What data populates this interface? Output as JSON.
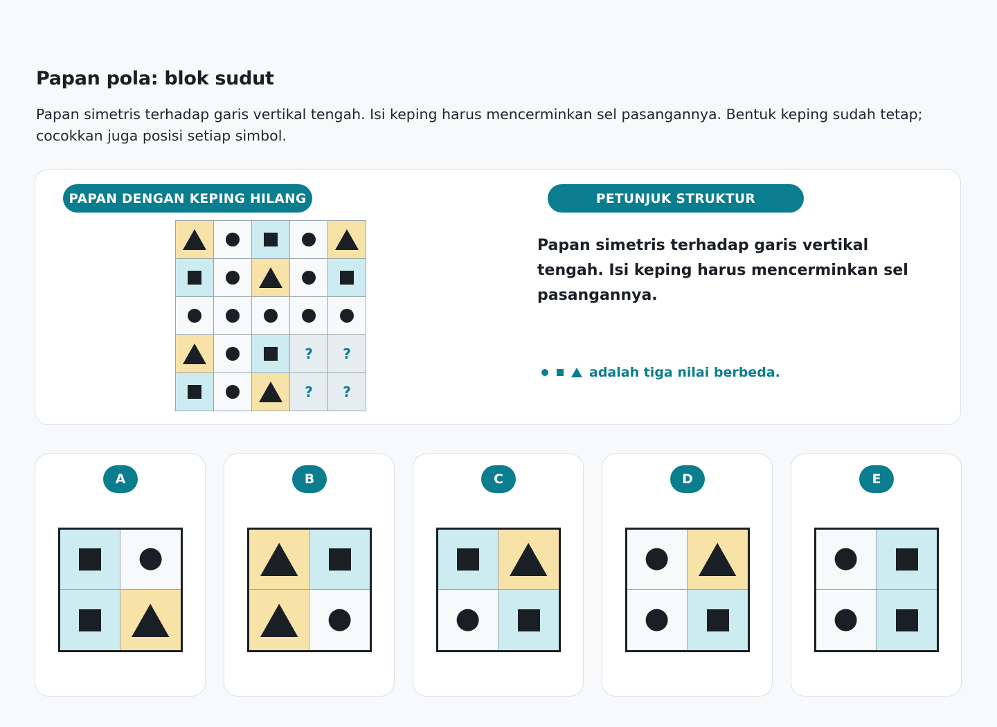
{
  "header": {
    "title": "Papan pola: blok sudut",
    "description": "Papan simetris terhadap garis vertikal tengah. Isi keping harus mencerminkan sel pasangannya. Bentuk keping sudah tetap; cocokkan juga posisi setiap simbol."
  },
  "board_panel": {
    "label": "PAPAN DENGAN KEPING HILANG",
    "missing_mark": "?",
    "rows": [
      [
        {
          "s": "triangle",
          "bg": "yellow"
        },
        {
          "s": "circle",
          "bg": "white"
        },
        {
          "s": "square",
          "bg": "cyan"
        },
        {
          "s": "circle",
          "bg": "white"
        },
        {
          "s": "triangle",
          "bg": "yellow"
        }
      ],
      [
        {
          "s": "square",
          "bg": "cyan"
        },
        {
          "s": "circle",
          "bg": "white"
        },
        {
          "s": "triangle",
          "bg": "yellow"
        },
        {
          "s": "circle",
          "bg": "white"
        },
        {
          "s": "square",
          "bg": "cyan"
        }
      ],
      [
        {
          "s": "circle",
          "bg": "white"
        },
        {
          "s": "circle",
          "bg": "white"
        },
        {
          "s": "circle",
          "bg": "white"
        },
        {
          "s": "circle",
          "bg": "white"
        },
        {
          "s": "circle",
          "bg": "white"
        }
      ],
      [
        {
          "s": "triangle",
          "bg": "yellow"
        },
        {
          "s": "circle",
          "bg": "white"
        },
        {
          "s": "square",
          "bg": "cyan"
        },
        {
          "s": "missing",
          "bg": "missing"
        },
        {
          "s": "missing",
          "bg": "missing"
        }
      ],
      [
        {
          "s": "square",
          "bg": "cyan"
        },
        {
          "s": "circle",
          "bg": "white"
        },
        {
          "s": "triangle",
          "bg": "yellow"
        },
        {
          "s": "missing",
          "bg": "missing"
        },
        {
          "s": "missing",
          "bg": "missing"
        }
      ]
    ]
  },
  "hint_panel": {
    "label": "PETUNJUK STRUKTUR",
    "text": "Papan simetris terhadap garis vertikal tengah. Isi keping harus mencerminkan sel pasangannya.",
    "legend_text": "adalah tiga nilai berbeda.",
    "legend_symbols": [
      "circle",
      "square",
      "triangle"
    ]
  },
  "options": [
    {
      "letter": "A",
      "cells": [
        {
          "s": "square",
          "bg": "cyan"
        },
        {
          "s": "circle",
          "bg": "white"
        },
        {
          "s": "square",
          "bg": "cyan"
        },
        {
          "s": "triangle",
          "bg": "yellow"
        }
      ]
    },
    {
      "letter": "B",
      "cells": [
        {
          "s": "triangle",
          "bg": "yellow"
        },
        {
          "s": "square",
          "bg": "cyan"
        },
        {
          "s": "triangle",
          "bg": "yellow"
        },
        {
          "s": "circle",
          "bg": "white"
        }
      ]
    },
    {
      "letter": "C",
      "cells": [
        {
          "s": "square",
          "bg": "cyan"
        },
        {
          "s": "triangle",
          "bg": "yellow"
        },
        {
          "s": "circle",
          "bg": "white"
        },
        {
          "s": "square",
          "bg": "cyan"
        }
      ]
    },
    {
      "letter": "D",
      "cells": [
        {
          "s": "circle",
          "bg": "white"
        },
        {
          "s": "triangle",
          "bg": "yellow"
        },
        {
          "s": "circle",
          "bg": "white"
        },
        {
          "s": "square",
          "bg": "cyan"
        }
      ]
    },
    {
      "letter": "E",
      "cells": [
        {
          "s": "circle",
          "bg": "white"
        },
        {
          "s": "square",
          "bg": "cyan"
        },
        {
          "s": "circle",
          "bg": "white"
        },
        {
          "s": "square",
          "bg": "cyan"
        }
      ]
    }
  ],
  "colors": {
    "accent": "#0a7d8f",
    "cyan": "#cdecf1",
    "yellow": "#f7e2a8",
    "white": "#f7f9fa",
    "missing": "#e6edf0",
    "ink": "#1a1f26"
  }
}
